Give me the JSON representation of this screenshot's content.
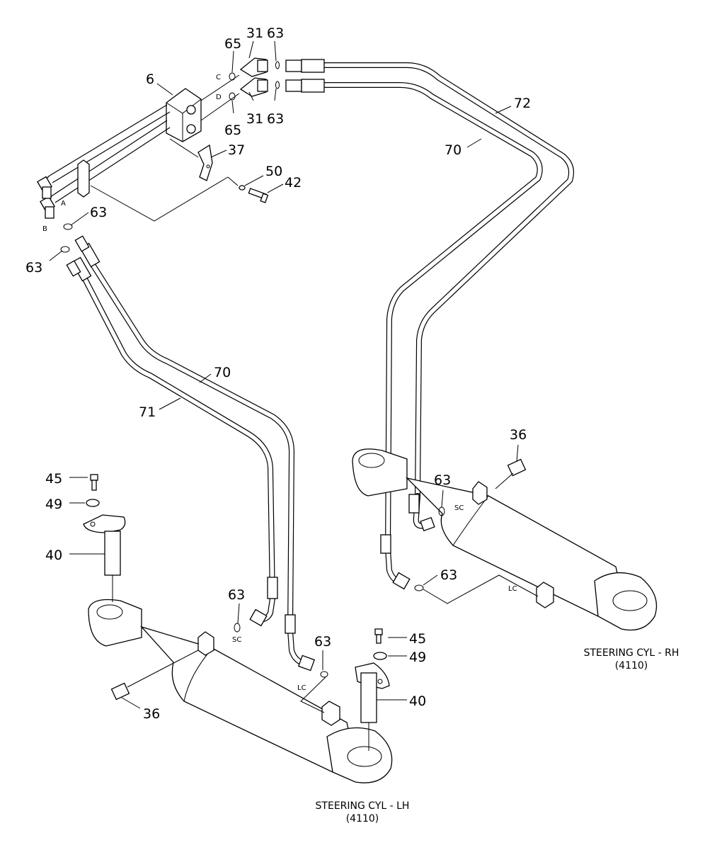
{
  "callouts": {
    "c6": "6",
    "c31a": "31",
    "c63a": "63",
    "c65a": "65",
    "c31b": "31",
    "c63b": "63",
    "c65b": "65",
    "c37": "37",
    "c50": "50",
    "c42": "42",
    "c63c": "63",
    "c63d": "63",
    "c72": "72",
    "c70a": "70",
    "c70b": "70",
    "c71": "71",
    "c36a": "36",
    "c63e": "63",
    "c63f": "63",
    "c45a": "45",
    "c49a": "49",
    "c40a": "40",
    "c63g": "63",
    "c63h": "63",
    "c45b": "45",
    "c49b": "49",
    "c40b": "40",
    "c36b": "36"
  },
  "port_letters": {
    "a": "A",
    "b": "B",
    "c": "C",
    "d": "D"
  },
  "connection_labels": {
    "sc1": "SC",
    "sc2": "SC",
    "lc1": "LC",
    "lc2": "LC"
  },
  "captions": {
    "rh_title": "STEERING CYL - RH",
    "rh_code": "(4110)",
    "lh_title": "STEERING CYL - LH",
    "lh_code": "(4110)"
  }
}
